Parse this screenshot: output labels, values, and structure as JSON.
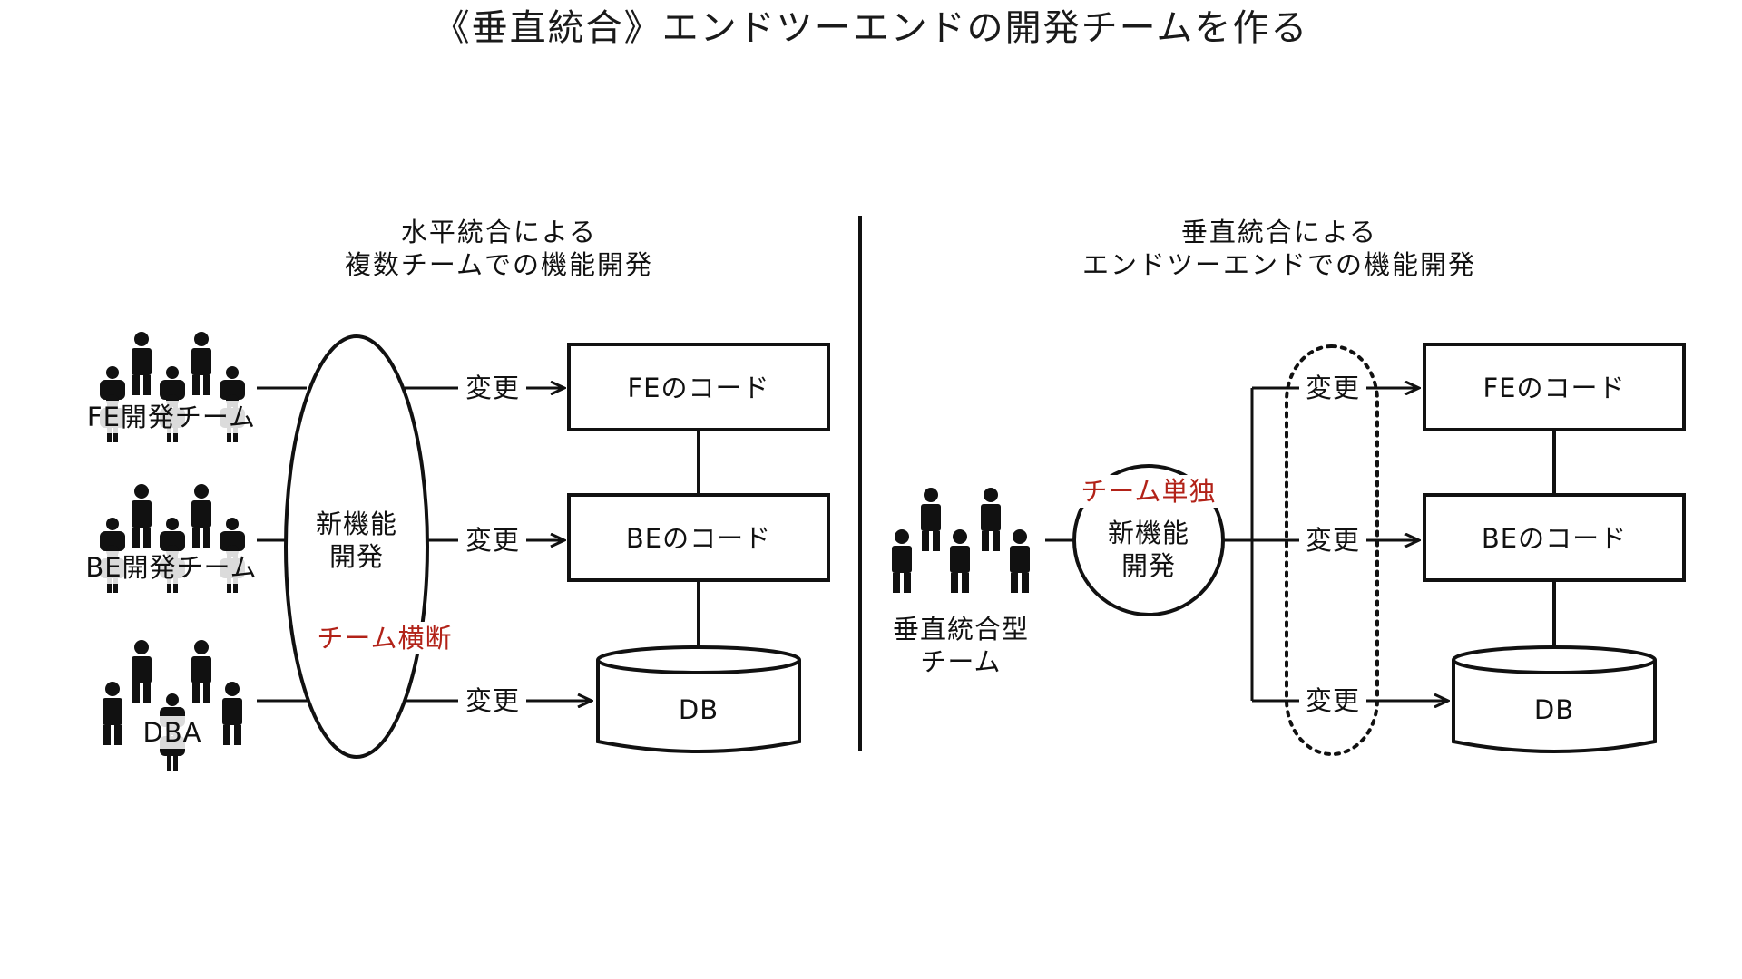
{
  "title": "《垂直統合》エンドツーエンドの開発チームを作る",
  "left": {
    "heading_line1": "水平統合による",
    "heading_line2": "複数チームでの機能開発",
    "teams": [
      "FE開発チーム",
      "BE開発チーム",
      "DBA"
    ],
    "feature_line1": "新機能",
    "feature_line2": "開発",
    "cross_team": "チーム横断",
    "change": "変更",
    "fe_code": "FEのコード",
    "be_code": "BEのコード",
    "db": "DB"
  },
  "right": {
    "heading_line1": "垂直統合による",
    "heading_line2": "エンドツーエンドでの機能開発",
    "team_line1": "垂直統合型",
    "team_line2": "チーム",
    "single_team": "チーム単独",
    "feature_line1": "新機能",
    "feature_line2": "開発",
    "change": "変更",
    "fe_code": "FEのコード",
    "be_code": "BEのコード",
    "db": "DB"
  },
  "colors": {
    "accent": "#b22218",
    "ink": "#111111"
  }
}
